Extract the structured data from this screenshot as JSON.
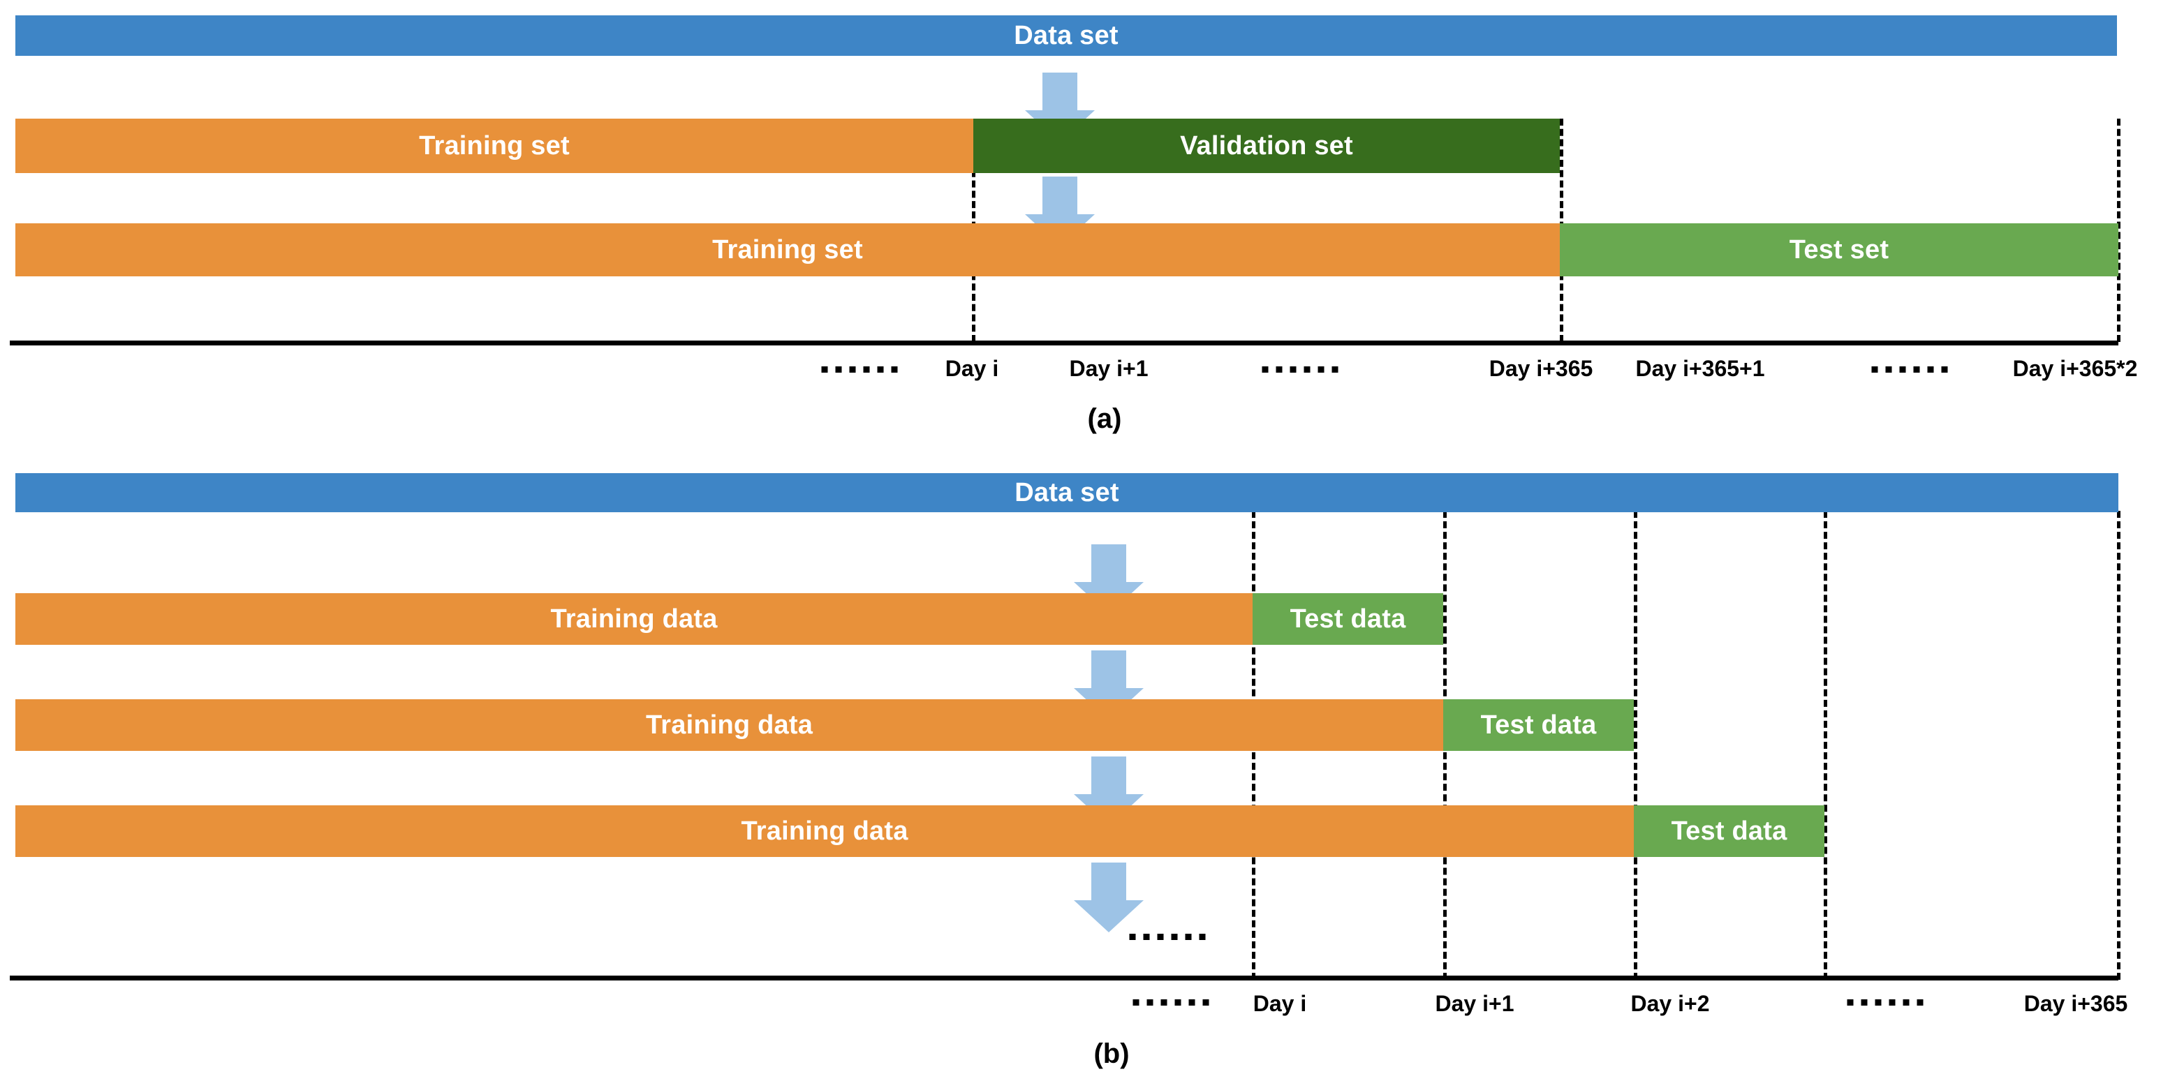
{
  "figure": {
    "panels": [
      {
        "id": "a",
        "caption": "(a)",
        "rows": [
          {
            "name": "dataset-row",
            "segments": [
              {
                "label": "Data set",
                "color": "#3E85C6",
                "style": "bar-blue"
              }
            ]
          },
          {
            "name": "train-validation-row",
            "segments": [
              {
                "label": "Training set",
                "color": "#E8913A",
                "style": "bar-orange"
              },
              {
                "label": "Validation set",
                "color": "#376D1D",
                "style": "bar-dgreen"
              }
            ]
          },
          {
            "name": "train-test-row",
            "segments": [
              {
                "label": "Training set",
                "color": "#E8913A",
                "style": "bar-orange"
              },
              {
                "label": "Test set",
                "color": "#69A950",
                "style": "bar-lgreen"
              }
            ]
          }
        ],
        "axis_ticks": [
          {
            "label": "……",
            "type": "dots"
          },
          {
            "label": "Day i",
            "type": "text"
          },
          {
            "label": "Day i+1",
            "type": "text"
          },
          {
            "label": "……",
            "type": "dots"
          },
          {
            "label": "Day i+365",
            "type": "text"
          },
          {
            "label": "Day i+365+1",
            "type": "text"
          },
          {
            "label": "……",
            "type": "dots"
          },
          {
            "label": "Day i+365*2",
            "type": "text"
          }
        ]
      },
      {
        "id": "b",
        "caption": "(b)",
        "rows": [
          {
            "name": "dataset-row",
            "segments": [
              {
                "label": "Data set",
                "color": "#3E85C6",
                "style": "bar-blue"
              }
            ]
          },
          {
            "name": "fold-1-row",
            "segments": [
              {
                "label": "Training data",
                "color": "#E8913A",
                "style": "bar-orange"
              },
              {
                "label": "Test data",
                "color": "#69A950",
                "style": "bar-lgreen"
              }
            ]
          },
          {
            "name": "fold-2-row",
            "segments": [
              {
                "label": "Training data",
                "color": "#E8913A",
                "style": "bar-orange"
              },
              {
                "label": "Test data",
                "color": "#69A950",
                "style": "bar-lgreen"
              }
            ]
          },
          {
            "name": "fold-3-row",
            "segments": [
              {
                "label": "Training data",
                "color": "#E8913A",
                "style": "bar-orange"
              },
              {
                "label": "Test data",
                "color": "#69A950",
                "style": "bar-lgreen"
              }
            ]
          }
        ],
        "continuation_dots": "……",
        "axis_ticks": [
          {
            "label": "……",
            "type": "dots"
          },
          {
            "label": "Day i",
            "type": "text"
          },
          {
            "label": "Day i+1",
            "type": "text"
          },
          {
            "label": "Day i+2",
            "type": "text"
          },
          {
            "label": "……",
            "type": "dots"
          },
          {
            "label": "Day i+365",
            "type": "text"
          }
        ]
      }
    ],
    "colors": {
      "dataset_blue": "#3E85C6",
      "training_orange": "#E8913A",
      "validation_dark_green": "#376D1D",
      "test_light_green": "#69A950",
      "arrow_light_blue": "#9DC3E6",
      "axis_black": "#000000",
      "bar_text": "#FFFFFF"
    }
  }
}
